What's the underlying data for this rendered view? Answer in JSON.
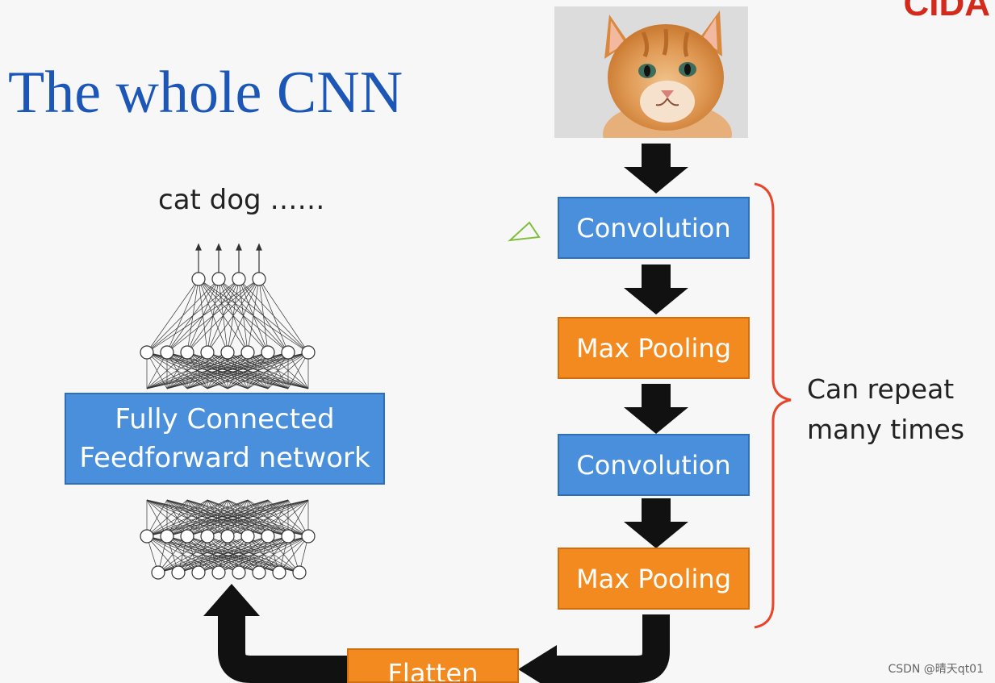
{
  "title": "The whole CNN",
  "output_labels": "cat dog ……",
  "pipeline": {
    "stages": [
      {
        "label": "Convolution",
        "kind": "conv"
      },
      {
        "label": "Max Pooling",
        "kind": "pool"
      },
      {
        "label": "Convolution",
        "kind": "conv"
      },
      {
        "label": "Max Pooling",
        "kind": "pool"
      }
    ],
    "flatten_label": "Flatten",
    "repeat_note_line1": "Can repeat",
    "repeat_note_line2": "many times"
  },
  "fully_connected": {
    "line1": "Fully Connected",
    "line2": "Feedforward network"
  },
  "input_image": "cat photo",
  "watermark": "CSDN @晴天qt01",
  "colors": {
    "title": "#1c57b8",
    "conv": "#4a8fdc",
    "pool": "#f38a1f",
    "brace": "#e8452c"
  }
}
